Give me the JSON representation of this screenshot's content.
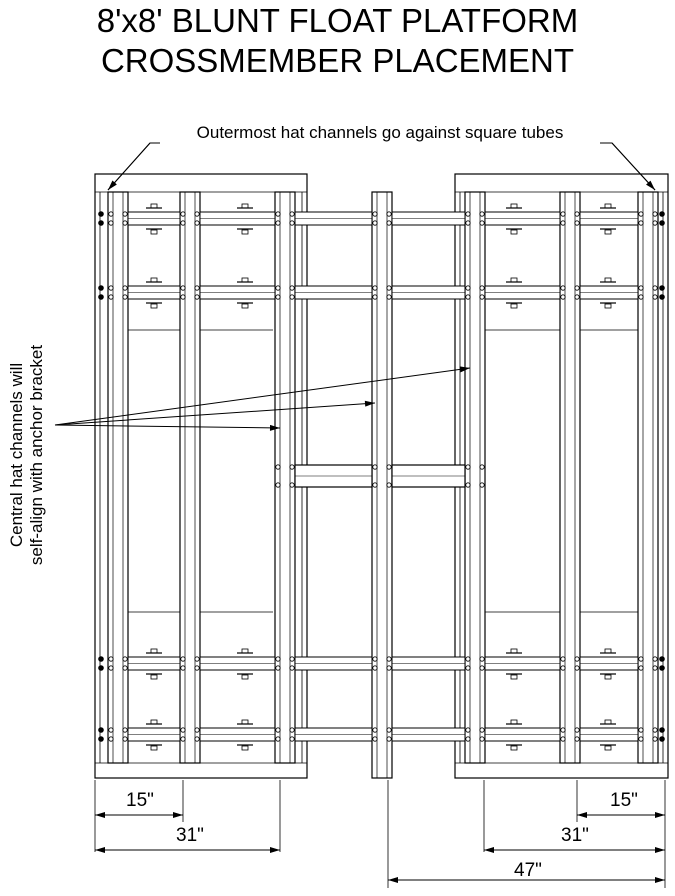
{
  "title": {
    "line1": "8'x8' BLUNT FLOAT PLATFORM",
    "line2": "CROSSMEMBER PLACEMENT"
  },
  "annotations": {
    "outermost": "Outermost hat channels go against square tubes",
    "central_line1": "Central hat channels will",
    "central_line2": "self-align with anchor bracket"
  },
  "dimensions": {
    "left_15": "15\"",
    "left_31": "31\"",
    "right_15": "15\"",
    "right_31": "31\"",
    "right_47": "47\""
  }
}
